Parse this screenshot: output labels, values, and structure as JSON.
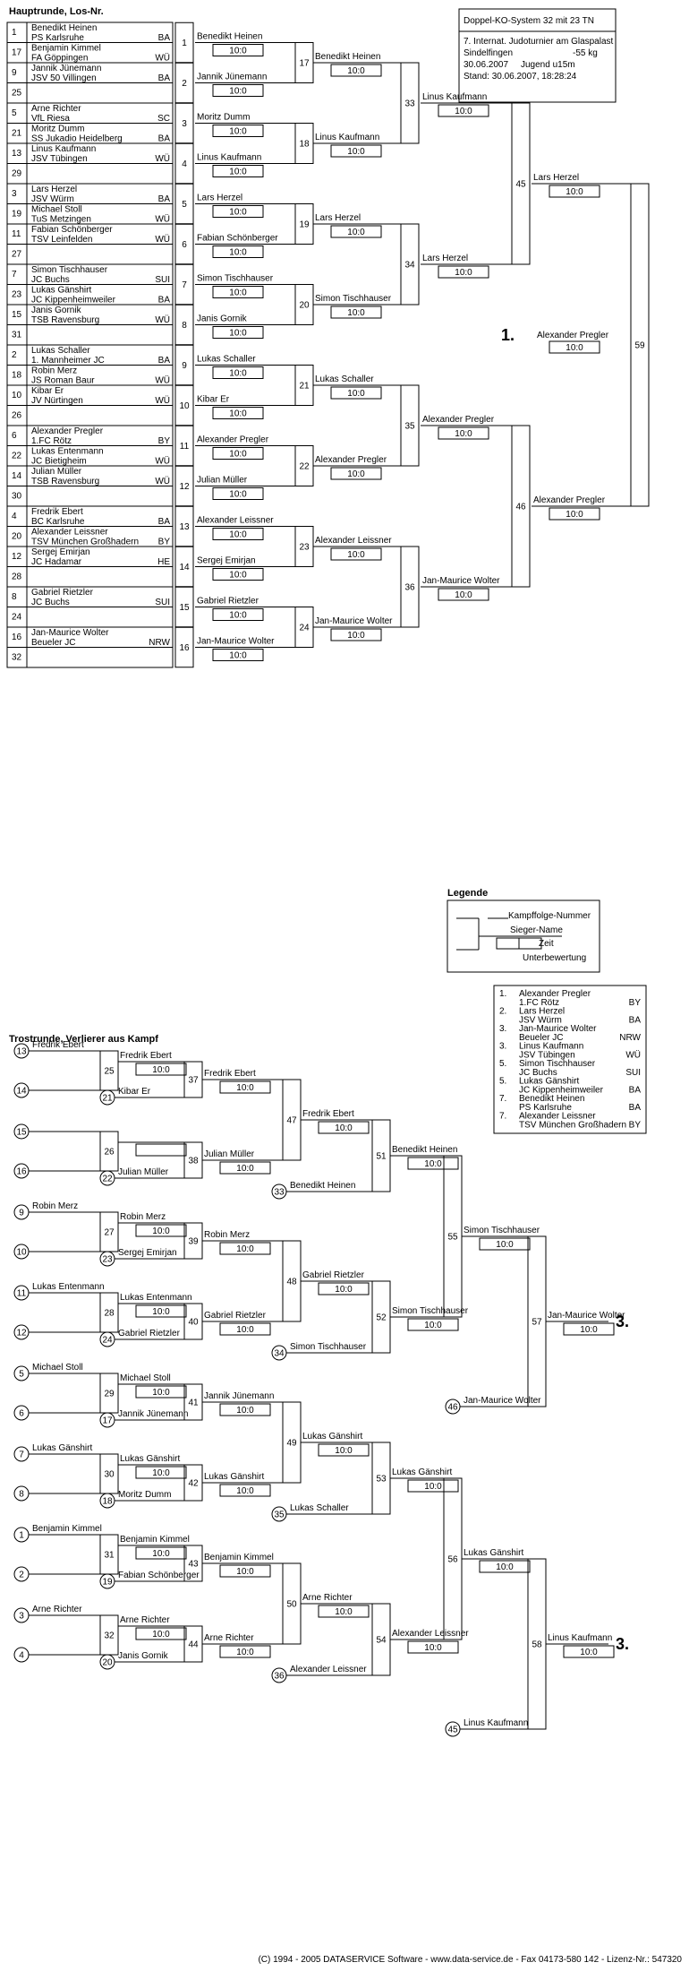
{
  "section_main": "Hauptrunde, Los-Nr.",
  "section_repechage": "Trostrunde, Verlierer aus Kampf",
  "info": {
    "system": "Doppel-KO-System 32 mit 23 TN",
    "event": "7. Internat. Judoturnier am Glaspalast",
    "place": "Sindelfingen",
    "weight": "-55 kg",
    "date": "30.06.2007",
    "category": "Jugend u15m",
    "stand": "Stand: 30.06.2007, 18:28:24"
  },
  "entries": [
    {
      "lot": "1",
      "name": "Benedikt Heinen",
      "club": "PS Karlsruhe",
      "region": "BA"
    },
    {
      "lot": "17",
      "name": "Benjamin Kimmel",
      "club": "FA Göppingen",
      "region": "WÜ"
    },
    {
      "lot": "9",
      "name": "Jannik Jünemann",
      "club": "JSV 50 Villingen",
      "region": "BA"
    },
    {
      "lot": "25",
      "name": "",
      "club": "",
      "region": ""
    },
    {
      "lot": "5",
      "name": "Arne Richter",
      "club": "VfL Riesa",
      "region": "SC"
    },
    {
      "lot": "21",
      "name": "Moritz Dumm",
      "club": "SS Jukadio Heidelberg",
      "region": "BA"
    },
    {
      "lot": "13",
      "name": "Linus Kaufmann",
      "club": "JSV Tübingen",
      "region": "WÜ"
    },
    {
      "lot": "29",
      "name": "",
      "club": "",
      "region": ""
    },
    {
      "lot": "3",
      "name": "Lars Herzel",
      "club": "JSV Würm",
      "region": "BA"
    },
    {
      "lot": "19",
      "name": "Michael Stoll",
      "club": "TuS Metzingen",
      "region": "WÜ"
    },
    {
      "lot": "11",
      "name": "Fabian Schönberger",
      "club": "TSV Leinfelden",
      "region": "WÜ"
    },
    {
      "lot": "27",
      "name": "",
      "club": "",
      "region": ""
    },
    {
      "lot": "7",
      "name": "Simon Tischhauser",
      "club": "JC Buchs",
      "region": "SUI"
    },
    {
      "lot": "23",
      "name": "Lukas Gänshirt",
      "club": "JC Kippenheimweiler",
      "region": "BA"
    },
    {
      "lot": "15",
      "name": "Janis Gornik",
      "club": "TSB Ravensburg",
      "region": "WÜ"
    },
    {
      "lot": "31",
      "name": "",
      "club": "",
      "region": ""
    },
    {
      "lot": "2",
      "name": "Lukas Schaller",
      "club": "1. Mannheimer JC",
      "region": "BA"
    },
    {
      "lot": "18",
      "name": "Robin Merz",
      "club": "JS Roman Baur",
      "region": "WÜ"
    },
    {
      "lot": "10",
      "name": "Kibar Er",
      "club": "JV Nürtingen",
      "region": "WÜ"
    },
    {
      "lot": "26",
      "name": "",
      "club": "",
      "region": ""
    },
    {
      "lot": "6",
      "name": "Alexander Pregler",
      "club": "1.FC Rötz",
      "region": "BY"
    },
    {
      "lot": "22",
      "name": "Lukas Entenmann",
      "club": "JC Bietigheim",
      "region": "WÜ"
    },
    {
      "lot": "14",
      "name": "Julian Müller",
      "club": "TSB Ravensburg",
      "region": "WÜ"
    },
    {
      "lot": "30",
      "name": "",
      "club": "",
      "region": ""
    },
    {
      "lot": "4",
      "name": "Fredrik Ebert",
      "club": "BC Karlsruhe",
      "region": "BA"
    },
    {
      "lot": "20",
      "name": "Alexander Leissner",
      "club": "TSV München Großhadern",
      "region": "BY"
    },
    {
      "lot": "12",
      "name": "Sergej Emirjan",
      "club": "JC Hadamar",
      "region": "HE"
    },
    {
      "lot": "28",
      "name": "",
      "club": "",
      "region": ""
    },
    {
      "lot": "8",
      "name": "Gabriel Rietzler",
      "club": "JC Buchs",
      "region": "SUI"
    },
    {
      "lot": "24",
      "name": "",
      "club": "",
      "region": ""
    },
    {
      "lot": "16",
      "name": "Jan-Maurice Wolter",
      "club": "Beueler JC",
      "region": "NRW"
    },
    {
      "lot": "32",
      "name": "",
      "club": "",
      "region": ""
    }
  ],
  "r1": [
    {
      "no": "1",
      "name": "Benedikt Heinen",
      "score": "10:0"
    },
    {
      "no": "2",
      "name": "Jannik Jünemann",
      "score": "10:0"
    },
    {
      "no": "3",
      "name": "Moritz Dumm",
      "score": "10:0"
    },
    {
      "no": "4",
      "name": "Linus Kaufmann",
      "score": "10:0"
    },
    {
      "no": "5",
      "name": "Lars Herzel",
      "score": "10:0"
    },
    {
      "no": "6",
      "name": "Fabian Schönberger",
      "score": "10:0"
    },
    {
      "no": "7",
      "name": "Simon Tischhauser",
      "score": "10:0"
    },
    {
      "no": "8",
      "name": "Janis Gornik",
      "score": "10:0"
    },
    {
      "no": "9",
      "name": "Lukas Schaller",
      "score": "10:0"
    },
    {
      "no": "10",
      "name": "Kibar Er",
      "score": "10:0"
    },
    {
      "no": "11",
      "name": "Alexander Pregler",
      "score": "10:0"
    },
    {
      "no": "12",
      "name": "Julian Müller",
      "score": "10:0"
    },
    {
      "no": "13",
      "name": "Alexander Leissner",
      "score": "10:0"
    },
    {
      "no": "14",
      "name": "Sergej Emirjan",
      "score": "10:0"
    },
    {
      "no": "15",
      "name": "Gabriel Rietzler",
      "score": "10:0"
    },
    {
      "no": "16",
      "name": "Jan-Maurice Wolter",
      "score": "10:0"
    }
  ],
  "r2": [
    {
      "no": "17",
      "name": "Benedikt Heinen",
      "score": "10:0"
    },
    {
      "no": "18",
      "name": "Linus Kaufmann",
      "score": "10:0"
    },
    {
      "no": "19",
      "name": "Lars Herzel",
      "score": "10:0"
    },
    {
      "no": "20",
      "name": "Simon Tischhauser",
      "score": "10:0"
    },
    {
      "no": "21",
      "name": "Lukas Schaller",
      "score": "10:0"
    },
    {
      "no": "22",
      "name": "Alexander Pregler",
      "score": "10:0"
    },
    {
      "no": "23",
      "name": "Alexander Leissner",
      "score": "10:0"
    },
    {
      "no": "24",
      "name": "Jan-Maurice Wolter",
      "score": "10:0"
    }
  ],
  "r3": [
    {
      "no": "33",
      "name": "Linus Kaufmann",
      "score": "10:0"
    },
    {
      "no": "34",
      "name": "Lars Herzel",
      "score": "10:0"
    },
    {
      "no": "35",
      "name": "Alexander Pregler",
      "score": "10:0"
    },
    {
      "no": "36",
      "name": "Jan-Maurice Wolter",
      "score": "10:0"
    }
  ],
  "r4": [
    {
      "no": "45",
      "name": "Lars Herzel",
      "score": "10:0"
    },
    {
      "no": "46",
      "name": "Alexander Pregler",
      "score": "10:0"
    }
  ],
  "final": {
    "no": "59",
    "name": "Alexander Pregler",
    "score": "10:0",
    "rank": "1."
  },
  "legend": {
    "title": "Legende",
    "bout": "Kampffolge-Nummer",
    "winner": "Sieger-Name",
    "time": "Zeit",
    "score": "Unterbewertung"
  },
  "results": [
    {
      "place": "1.",
      "name": "Alexander Pregler",
      "club": "1.FC Rötz",
      "region": "BY"
    },
    {
      "place": "2.",
      "name": "Lars Herzel",
      "club": "JSV Würm",
      "region": "BA"
    },
    {
      "place": "3.",
      "name": "Jan-Maurice Wolter",
      "club": "Beueler JC",
      "region": "NRW"
    },
    {
      "place": "3.",
      "name": "Linus Kaufmann",
      "club": "JSV Tübingen",
      "region": "WÜ"
    },
    {
      "place": "5.",
      "name": "Simon Tischhauser",
      "club": "JC Buchs",
      "region": "SUI"
    },
    {
      "place": "5.",
      "name": "Lukas Gänshirt",
      "club": "JC Kippenheimweiler",
      "region": "BA"
    },
    {
      "place": "7.",
      "name": "Benedikt Heinen",
      "club": "PS Karlsruhe",
      "region": "BA"
    },
    {
      "place": "7.",
      "name": "Alexander Leissner",
      "club": "TSV München Großhadern",
      "region": "BY"
    }
  ],
  "t1": [
    {
      "no": "25",
      "c1": "13",
      "c2": "14",
      "n1": "Fredrik Ebert",
      "n2": "",
      "w": "Fredrik Ebert",
      "s": "10:0"
    },
    {
      "no": "26",
      "c1": "15",
      "c2": "16",
      "n1": "",
      "n2": "",
      "w": "",
      "s": ""
    },
    {
      "no": "27",
      "c1": "9",
      "c2": "10",
      "n1": "Robin Merz",
      "n2": "",
      "w": "Robin Merz",
      "s": "10:0"
    },
    {
      "no": "28",
      "c1": "11",
      "c2": "12",
      "n1": "Lukas Entenmann",
      "n2": "",
      "w": "Lukas Entenmann",
      "s": "10:0"
    },
    {
      "no": "29",
      "c1": "5",
      "c2": "6",
      "n1": "Michael Stoll",
      "n2": "",
      "w": "Michael Stoll",
      "s": "10:0"
    },
    {
      "no": "30",
      "c1": "7",
      "c2": "8",
      "n1": "Lukas Gänshirt",
      "n2": "",
      "w": "Lukas Gänshirt",
      "s": "10:0"
    },
    {
      "no": "31",
      "c1": "1",
      "c2": "2",
      "n1": "Benjamin Kimmel",
      "n2": "",
      "w": "Benjamin Kimmel",
      "s": "10:0"
    },
    {
      "no": "32",
      "c1": "3",
      "c2": "4",
      "n1": "Arne Richter",
      "n2": "",
      "w": "Arne Richter",
      "s": "10:0"
    }
  ],
  "t2": [
    {
      "no": "37",
      "c": "21",
      "loser": "Kibar Er",
      "w": "Fredrik Ebert",
      "s": "10:0"
    },
    {
      "no": "38",
      "c": "22",
      "loser": "Julian Müller",
      "w": "Julian Müller",
      "s": "10:0"
    },
    {
      "no": "39",
      "c": "23",
      "loser": "Sergej Emirjan",
      "w": "Robin Merz",
      "s": "10:0"
    },
    {
      "no": "40",
      "c": "24",
      "loser": "Gabriel Rietzler",
      "w": "Gabriel Rietzler",
      "s": "10:0"
    },
    {
      "no": "41",
      "c": "17",
      "loser": "Jannik Jünemann",
      "w": "Jannik Jünemann",
      "s": "10:0"
    },
    {
      "no": "42",
      "c": "18",
      "loser": "Moritz Dumm",
      "w": "Lukas Gänshirt",
      "s": "10:0"
    },
    {
      "no": "43",
      "c": "19",
      "loser": "Fabian Schönberger",
      "w": "Benjamin Kimmel",
      "s": "10:0"
    },
    {
      "no": "44",
      "c": "20",
      "loser": "Janis Gornik",
      "w": "Arne Richter",
      "s": "10:0"
    }
  ],
  "t3": [
    {
      "no": "47",
      "w": "Fredrik Ebert",
      "s": "10:0"
    },
    {
      "no": "48",
      "w": "Gabriel Rietzler",
      "s": "10:0"
    },
    {
      "no": "49",
      "w": "Lukas Gänshirt",
      "s": "10:0"
    },
    {
      "no": "50",
      "w": "Arne Richter",
      "s": "10:0"
    }
  ],
  "t4": [
    {
      "no": "51",
      "c": "33",
      "loser": "Benedikt Heinen",
      "w": "Benedikt Heinen",
      "s": "10:0"
    },
    {
      "no": "52",
      "c": "34",
      "loser": "Simon Tischhauser",
      "w": "Simon Tischhauser",
      "s": "10:0"
    },
    {
      "no": "53",
      "c": "35",
      "loser": "Lukas Schaller",
      "w": "Lukas Gänshirt",
      "s": "10:0"
    },
    {
      "no": "54",
      "c": "36",
      "loser": "Alexander Leissner",
      "w": "Alexander Leissner",
      "s": "10:0"
    }
  ],
  "t5": [
    {
      "no": "55",
      "w": "Simon Tischhauser",
      "s": "10:0"
    },
    {
      "no": "56",
      "w": "Lukas Gänshirt",
      "s": "10:0"
    }
  ],
  "t6": [
    {
      "no": "57",
      "c": "46",
      "loser": "Jan-Maurice Wolter",
      "w": "Jan-Maurice Wolter",
      "s": "10:0",
      "rank": "3."
    },
    {
      "no": "58",
      "c": "45",
      "loser": "Linus Kaufmann",
      "w": "Linus Kaufmann",
      "s": "10:0",
      "rank": "3."
    }
  ],
  "footer": "(C) 1994 - 2005 DATASERVICE Software - www.data-service.de - Fax 04173-580 142 - Lizenz-Nr.: 547320"
}
